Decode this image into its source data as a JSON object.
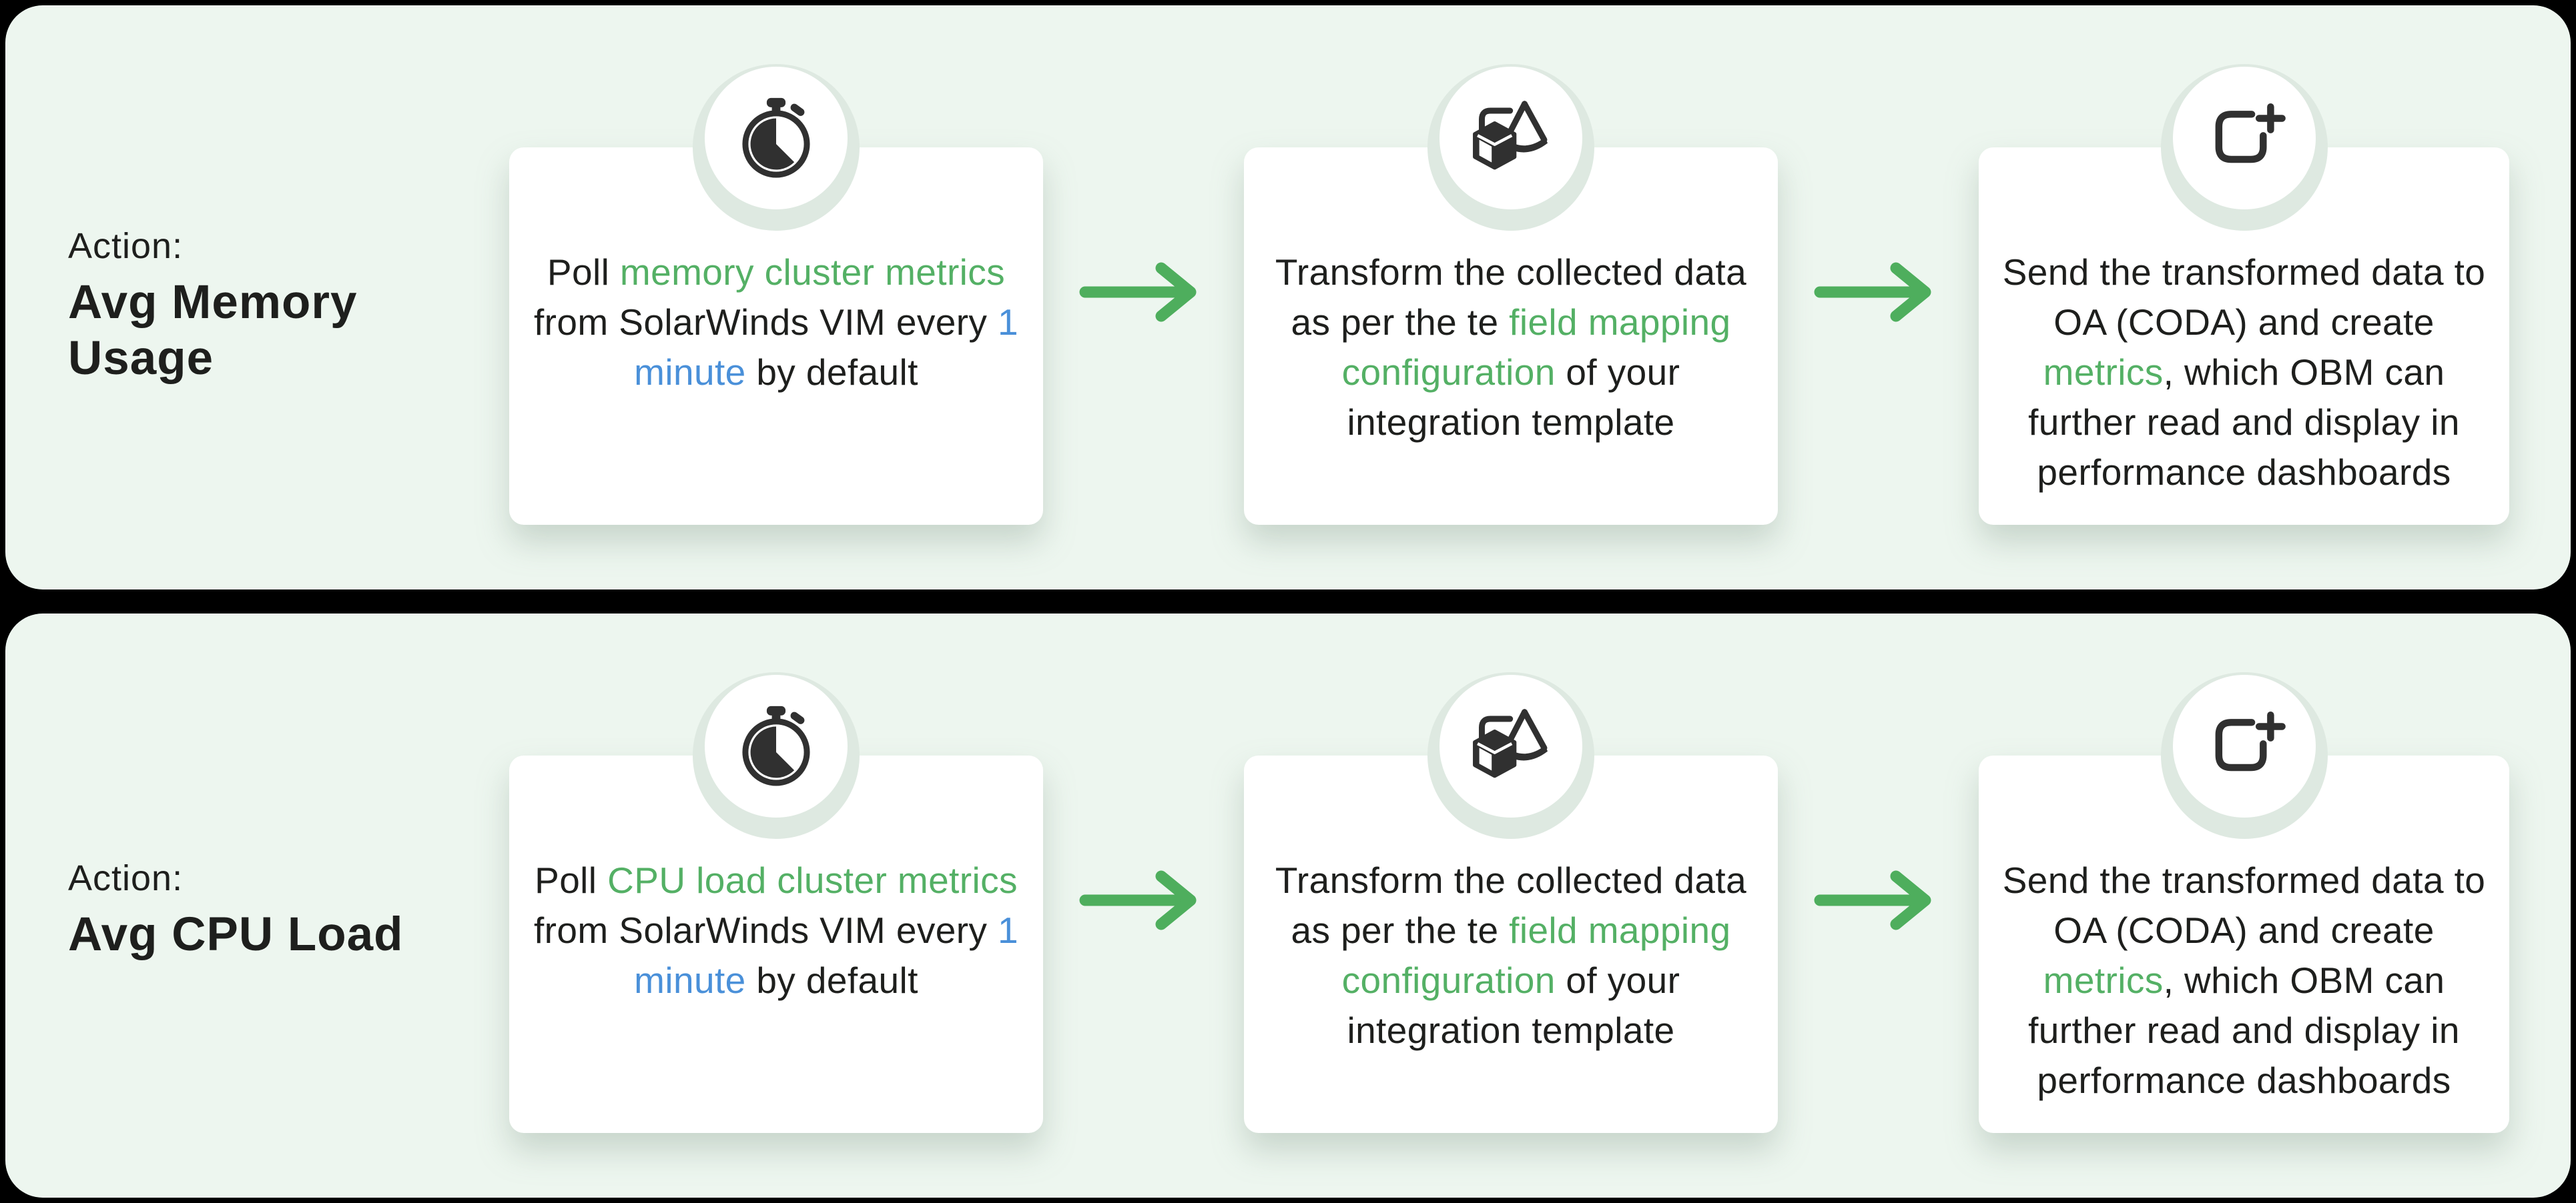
{
  "colors": {
    "bg": "#000000",
    "panel": "#EDF6EF",
    "card": "#FFFFFF",
    "halo": "#DEE9E1",
    "icon": "#303030",
    "text": "#1E1F1D",
    "green": "#54B065",
    "blue": "#4A90D9",
    "arrow": "#4EAE5D"
  },
  "rows": [
    {
      "action_prefix": "Action:",
      "action_name": "Avg Memory Usage",
      "cards": [
        {
          "icon": "stopwatch-icon",
          "segments": [
            {
              "t": "Poll ",
              "c": "default"
            },
            {
              "t": "memory cluster metrics",
              "c": "green"
            },
            {
              "t": " from SolarWinds VIM every ",
              "c": "default"
            },
            {
              "t": "1 minute",
              "c": "blue"
            },
            {
              "t": " by default",
              "c": "default"
            }
          ]
        },
        {
          "icon": "transform-shapes-icon",
          "segments": [
            {
              "t": "Transform the collected data as per the te ",
              "c": "default"
            },
            {
              "t": "field mapping configuration",
              "c": "green"
            },
            {
              "t": " of your integration template",
              "c": "default"
            }
          ]
        },
        {
          "icon": "create-new-icon",
          "segments": [
            {
              "t": "Send the transformed data to OA (CODA) and create ",
              "c": "default"
            },
            {
              "t": "metrics",
              "c": "green"
            },
            {
              "t": ", which OBM can further read and display in performance dashboards",
              "c": "default"
            }
          ]
        }
      ]
    },
    {
      "action_prefix": "Action:",
      "action_name": "Avg CPU Load",
      "cards": [
        {
          "icon": "stopwatch-icon",
          "segments": [
            {
              "t": "Poll ",
              "c": "default"
            },
            {
              "t": "CPU load cluster metrics",
              "c": "green"
            },
            {
              "t": " from SolarWinds VIM every ",
              "c": "default"
            },
            {
              "t": "1 minute",
              "c": "blue"
            },
            {
              "t": " by default",
              "c": "default"
            }
          ]
        },
        {
          "icon": "transform-shapes-icon",
          "segments": [
            {
              "t": "Transform the collected data as per the te ",
              "c": "default"
            },
            {
              "t": "field mapping configuration",
              "c": "green"
            },
            {
              "t": " of your integration template",
              "c": "default"
            }
          ]
        },
        {
          "icon": "create-new-icon",
          "segments": [
            {
              "t": "Send the transformed data to OA (CODA) and create ",
              "c": "default"
            },
            {
              "t": "metrics",
              "c": "green"
            },
            {
              "t": ", which OBM can further read and display in performance dashboards",
              "c": "default"
            }
          ]
        }
      ]
    }
  ]
}
